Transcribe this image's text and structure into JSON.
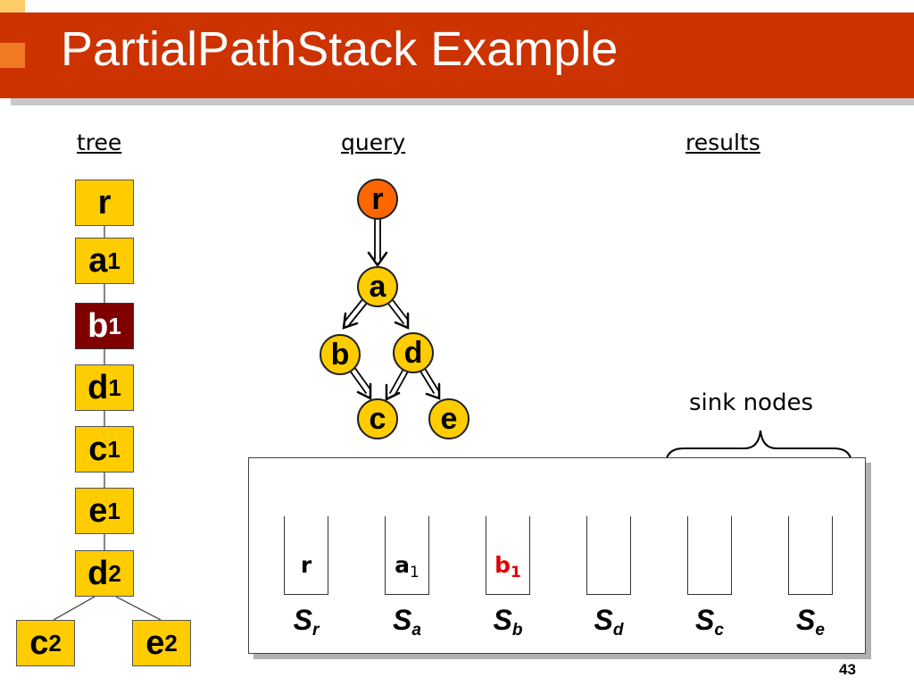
{
  "slide": {
    "title": "PartialPathStack Example",
    "page_number": "43",
    "colors": {
      "title_bar": "#cc3300",
      "node_fill": "#ffcc00",
      "root_fill": "#ff6600",
      "active_fill": "#800000",
      "highlight_text": "#e00000"
    }
  },
  "headings": {
    "tree": "tree",
    "query": "query",
    "results": "results"
  },
  "tree": {
    "nodes": [
      {
        "letter": "r",
        "sub": ""
      },
      {
        "letter": "a",
        "sub": "1"
      },
      {
        "letter": "b",
        "sub": "1",
        "active": true
      },
      {
        "letter": "d",
        "sub": "1"
      },
      {
        "letter": "c",
        "sub": "1"
      },
      {
        "letter": "e",
        "sub": "1"
      },
      {
        "letter": "d",
        "sub": "2"
      },
      {
        "letter": "c",
        "sub": "2"
      },
      {
        "letter": "e",
        "sub": "2"
      }
    ]
  },
  "query": {
    "nodes": [
      "r",
      "a",
      "b",
      "d",
      "c",
      "e"
    ]
  },
  "sink_label": "sink nodes",
  "stacks": [
    {
      "label": "S",
      "label_sub": "r",
      "item": "r",
      "item_sub": ""
    },
    {
      "label": "S",
      "label_sub": "a",
      "item": "a",
      "item_sub": "1"
    },
    {
      "label": "S",
      "label_sub": "b",
      "item": "b",
      "item_sub": "1",
      "highlight": true
    },
    {
      "label": "S",
      "label_sub": "d",
      "item": "",
      "item_sub": ""
    },
    {
      "label": "S",
      "label_sub": "c",
      "item": "",
      "item_sub": ""
    },
    {
      "label": "S",
      "label_sub": "e",
      "item": "",
      "item_sub": ""
    }
  ]
}
